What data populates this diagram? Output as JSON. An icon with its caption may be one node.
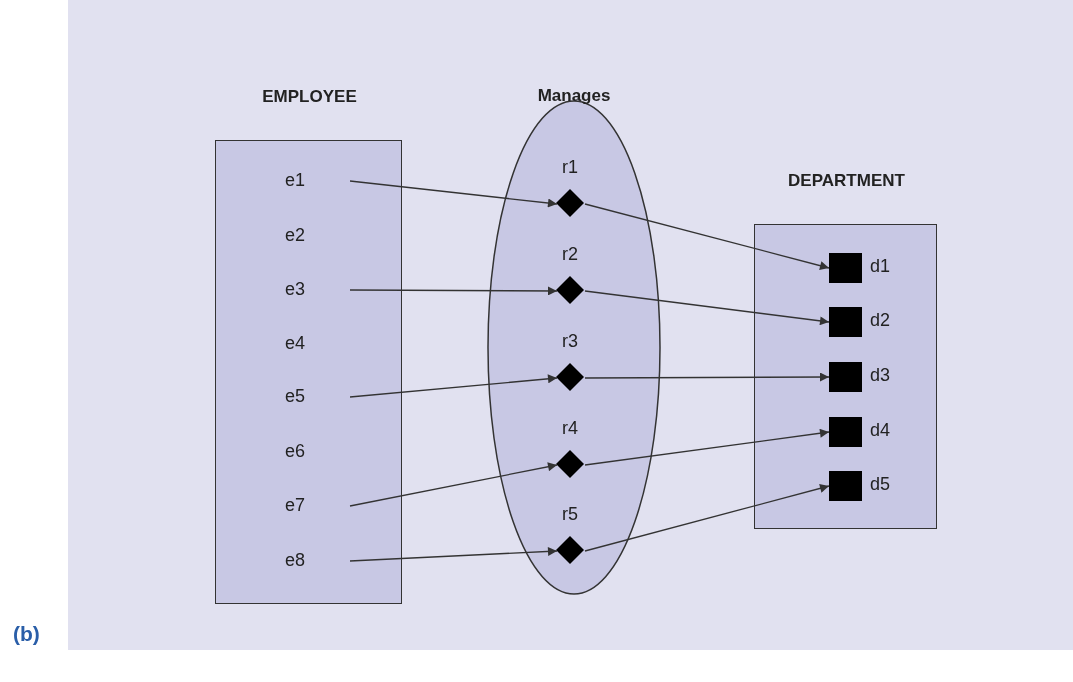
{
  "diagram": {
    "nodes": [
      {
        "text": [
          "EMPLOYEE"
        ]
      },
      {
        "text": [
          "e1"
        ],
        "in": 0
      },
      {
        "text": [
          "e2"
        ],
        "in": 0
      },
      {
        "text": [
          "e3"
        ],
        "in": 0
      },
      {
        "text": [
          "e4"
        ],
        "in": 0
      },
      {
        "text": [
          "e5"
        ],
        "in": 0
      },
      {
        "text": [
          "e6"
        ],
        "in": 0
      },
      {
        "text": [
          "e7"
        ],
        "in": 0
      },
      {
        "text": [
          "e8"
        ],
        "in": 0
      },
      {
        "text": [
          "Manages"
        ]
      },
      {
        "text": [
          "r1"
        ],
        "in": 9
      },
      {
        "text": [
          "r2"
        ],
        "in": 9
      },
      {
        "text": [
          "r3"
        ],
        "in": 9
      },
      {
        "text": [
          "r4"
        ],
        "in": 9
      },
      {
        "text": [
          "r5"
        ],
        "in": 9
      },
      {
        "text": [
          "DEPARTMENT"
        ]
      },
      {
        "text": [
          "d1"
        ],
        "in": 15
      },
      {
        "text": [
          "d2"
        ],
        "in": 15
      },
      {
        "text": [
          "d3"
        ],
        "in": 15
      },
      {
        "text": [
          "d4"
        ],
        "in": 15
      },
      {
        "text": [
          "d5"
        ],
        "in": 15
      }
    ],
    "edges": [
      {
        "from": 1,
        "to": 10,
        "arrow": "to"
      },
      {
        "from": 10,
        "to": 16,
        "arrow": "to"
      },
      {
        "from": 3,
        "to": 11,
        "arrow": "to"
      },
      {
        "from": 11,
        "to": 17,
        "arrow": "to"
      },
      {
        "from": 5,
        "to": 12,
        "arrow": "to"
      },
      {
        "from": 12,
        "to": 18,
        "arrow": "to"
      },
      {
        "from": 7,
        "to": 13,
        "arrow": "to"
      },
      {
        "from": 13,
        "to": 19,
        "arrow": "to"
      },
      {
        "from": 8,
        "to": 14,
        "arrow": "to"
      },
      {
        "from": 14,
        "to": 20,
        "arrow": "to"
      }
    ],
    "labels": [
      "(b)"
    ]
  }
}
